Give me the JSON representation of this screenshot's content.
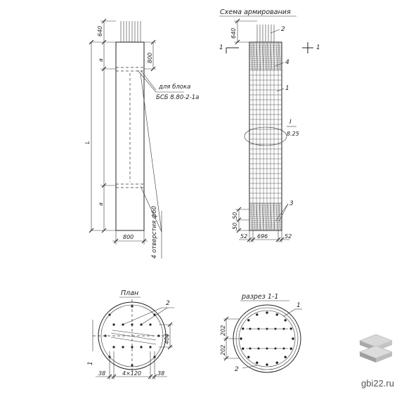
{
  "views": {
    "reinforcement_title": "Схема армирования",
    "plan_title": "План",
    "section_title": "разрез 1-1"
  },
  "notes": {
    "block_note_line1": "для блока",
    "block_note_line2": "БСБ 8.80-2-1а",
    "holes_note": "4 отверстия ф60"
  },
  "dims": {
    "top_left": "640",
    "top_right": "640",
    "a_top": "а",
    "a_bottom": "а",
    "L": "L",
    "d800_side": "800",
    "d800_bottom": "800",
    "d50_a": "50",
    "d50_b": "50",
    "d52_left": "52",
    "d696": "696",
    "d52_right": "52",
    "d25": "8.25",
    "plan_38_left": "38",
    "plan_4x120": "4×120",
    "plan_38_right": "38",
    "plan_404": "404",
    "sec_202_a": "202",
    "sec_202_b": "202"
  },
  "marks": {
    "m1": "1",
    "m2": "2",
    "m3": "3",
    "m4": "4",
    "mI": "I",
    "cut_left": "1",
    "cut_right": "1",
    "plan_2": "2",
    "plan_1": "1",
    "sec_1": "1",
    "sec_2": "2"
  },
  "branding": {
    "site": "gbi22.ru",
    "logo_icon": "stacked-slabs-icon"
  }
}
